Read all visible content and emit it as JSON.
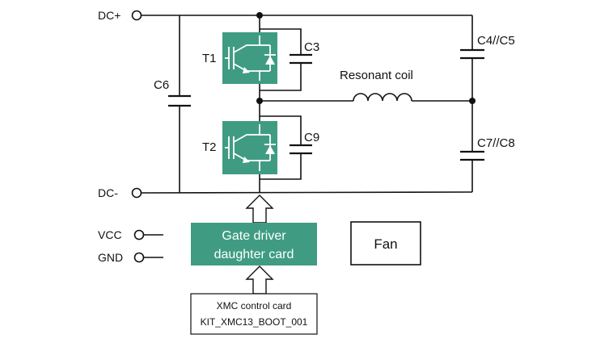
{
  "terminals": {
    "dc_plus": "DC+",
    "dc_minus": "DC-",
    "vcc": "VCC",
    "gnd": "GND"
  },
  "components": {
    "t1": "T1",
    "t2": "T2",
    "c3": "C3",
    "c9": "C9",
    "c6": "C6",
    "c4_c5": "C4//C5",
    "c7_c8": "C7//C8",
    "resonant_coil": "Resonant coil"
  },
  "blocks": {
    "gate_driver_line1": "Gate driver",
    "gate_driver_line2": "daughter card",
    "fan": "Fan",
    "control_card_line1": "XMC control card",
    "control_card_line2": "KIT_XMC13_BOOT_001"
  },
  "colors": {
    "accent_green": "#3f9c82",
    "line": "#111111",
    "background": "#ffffff"
  }
}
